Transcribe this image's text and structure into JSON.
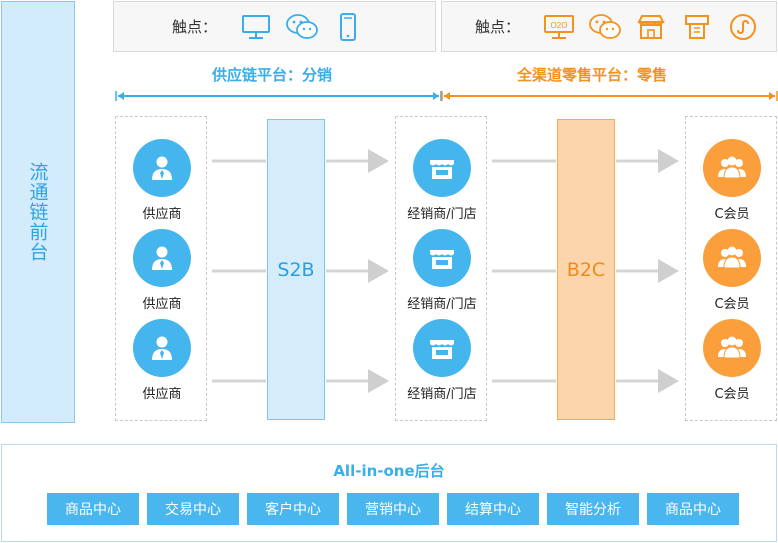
{
  "left_panel": {
    "label": "流通链前台"
  },
  "touchpoints": [
    {
      "label": "触点：",
      "icons": [
        "monitor-icon",
        "wechat-icon",
        "mobile-icon"
      ],
      "color": "#3aaee9"
    },
    {
      "label": "触点：",
      "icons": [
        "o2o-screen-icon",
        "wechat-icon",
        "store-icon",
        "atm-icon",
        "mini-program-icon"
      ],
      "color": "#f5921e",
      "o2o_text": "O2O"
    }
  ],
  "platforms": {
    "supply": {
      "title": "供应链平台：分销",
      "color": "#3aaee9"
    },
    "retail": {
      "title": "全渠道零售平台：零售",
      "color": "#f5921e"
    }
  },
  "columns": {
    "suppliers": [
      "供应商",
      "供应商",
      "供应商"
    ],
    "dealers": [
      "经销商/门店",
      "经销商/门店",
      "经销商/门店"
    ],
    "members": [
      "C会员",
      "C会员",
      "C会员"
    ]
  },
  "hubs": {
    "s2b": "S2B",
    "b2c": "B2C"
  },
  "backend": {
    "title": "All-in-one后台",
    "modules": [
      "商品中心",
      "交易中心",
      "客户中心",
      "营销中心",
      "结算中心",
      "智能分析",
      "商品中心"
    ]
  }
}
